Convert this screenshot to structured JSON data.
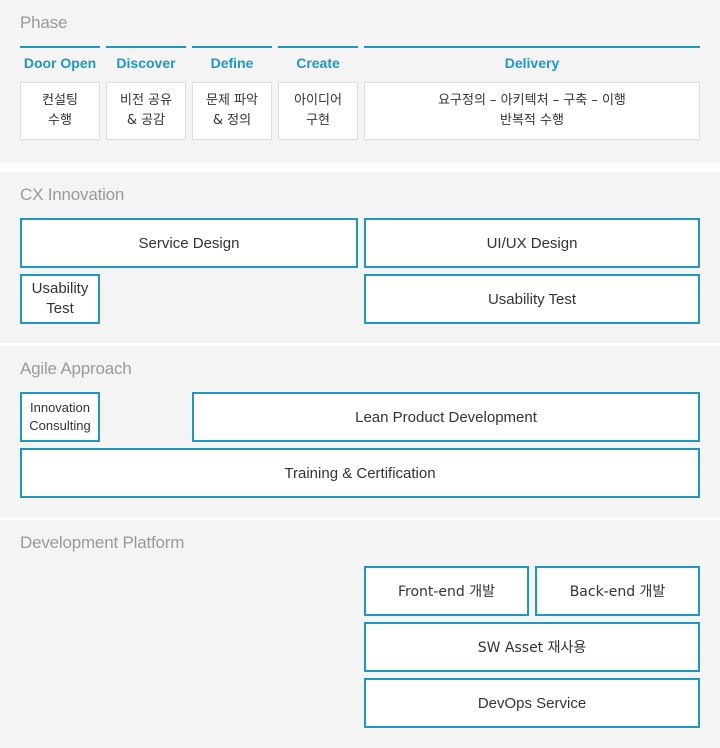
{
  "phase": {
    "title": "Phase",
    "columns": [
      {
        "header": "Door Open",
        "content": "컨설팅\n수행"
      },
      {
        "header": "Discover",
        "content": "비전 공유\n& 공감"
      },
      {
        "header": "Define",
        "content": "문제 파악\n& 정의"
      },
      {
        "header": "Create",
        "content": "아이디어\n구현"
      },
      {
        "header": "Delivery",
        "content": "요구정의 – 아키텍처 – 구축 – 이행\n반복적 수행"
      }
    ]
  },
  "cx": {
    "title": "CX Innovation",
    "service_design": "Service Design",
    "uiux_design": "UI/UX Design",
    "usability_test_small": "Usability\nTest",
    "usability_test": "Usability Test"
  },
  "agile": {
    "title": "Agile Approach",
    "innovation_consulting": "Innovation\nConsulting",
    "lean_product": "Lean Product Development",
    "training": "Training & Certification"
  },
  "platform": {
    "title": "Development Platform",
    "frontend": "Front-end 개발",
    "backend": "Back-end 개발",
    "sw_asset": "SW Asset 재사용",
    "devops": "DevOps Service"
  },
  "colors": {
    "accent": "#1b97c8",
    "section_bg": "#f4f4f4",
    "title_gray": "#9a9a9a"
  }
}
